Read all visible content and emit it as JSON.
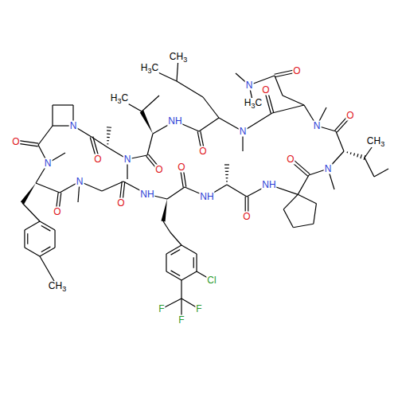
{
  "diagram": {
    "labels": [
      "CH3",
      "H3C",
      "H3C",
      "N",
      "O",
      "O",
      "H3C",
      "N",
      "O",
      "CH3",
      "N",
      "O",
      "N",
      "O",
      "NH",
      "O",
      "N",
      "O",
      "N",
      "O",
      "N",
      "O",
      "NH",
      "O",
      "NH",
      "O",
      "NH",
      "O",
      "N",
      "Cl",
      "F",
      "F",
      "F",
      "CH3"
    ]
  }
}
